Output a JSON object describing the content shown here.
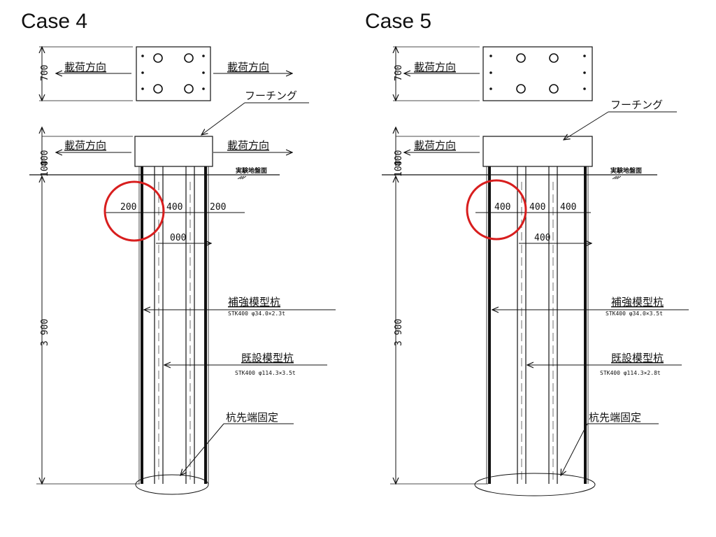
{
  "panels": [
    {
      "case_title": "Case 4",
      "dim_700": "700",
      "dim_100": "100",
      "dim_400": "400",
      "dim_3900": "3 900",
      "load_direction": "載荷方向",
      "footing": "フーチング",
      "ground_surface": "実験地盤面",
      "spacing_left": "200",
      "spacing_mid": "400",
      "spacing_right": "200",
      "inner_width": "000",
      "reinforce_pile": "補強模型杭",
      "reinforce_spec": "STK400 φ34.0×2.3t",
      "existing_pile": "既設模型杭",
      "existing_spec": "STK400 φ114.3×3.5t",
      "tip_fixed": "杭先端固定"
    },
    {
      "case_title": "Case 5",
      "dim_700": "700",
      "dim_100": "100",
      "dim_400": "400",
      "dim_3900": "3 900",
      "load_direction": "載荷方向",
      "footing": "フーチング",
      "ground_surface": "実験地盤面",
      "spacing_left": "400",
      "spacing_mid": "400",
      "spacing_right": "400",
      "inner_width": "400",
      "reinforce_pile": "補強模型杭",
      "reinforce_spec": "STK400 φ34.0×3.5t",
      "existing_pile": "既設模型杭",
      "existing_spec": "STK400 φ114.3×2.8t",
      "tip_fixed": "杭先端固定"
    }
  ],
  "colors": {
    "line": "#111111",
    "leader_green": "#2e7d32",
    "highlight": "#d81e1e"
  }
}
